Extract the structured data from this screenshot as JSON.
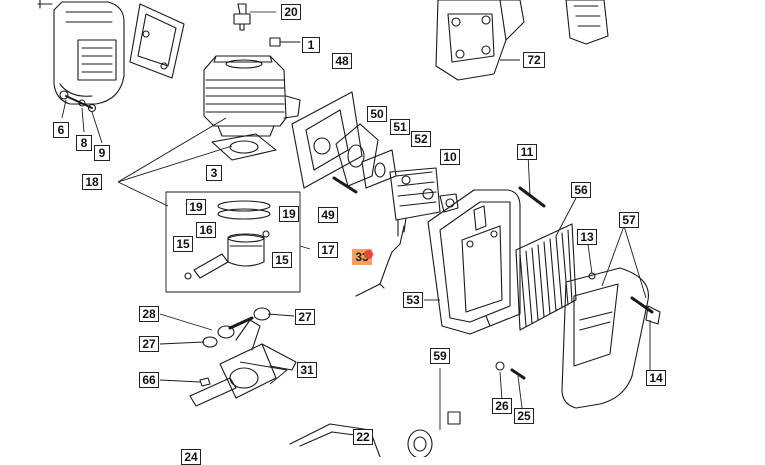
{
  "callouts": {
    "c20": "20",
    "c1": "1",
    "c48": "48",
    "c72": "72",
    "c6": "6",
    "c8": "8",
    "c9": "9",
    "c50": "50",
    "c51": "51",
    "c52": "52",
    "c3": "3",
    "c10": "10",
    "c11": "11",
    "c18": "18",
    "c56": "56",
    "c19a": "19",
    "c19b": "19",
    "c57": "57",
    "c49": "49",
    "c16": "16",
    "c13": "13",
    "c15a": "15",
    "c17": "17",
    "c15b": "15",
    "c33": "33",
    "c53": "53",
    "c28": "28",
    "c27a": "27",
    "c27b": "27",
    "c14": "14",
    "c59": "59",
    "c66": "66",
    "c31": "31",
    "c26": "26",
    "c25": "25",
    "c22": "22",
    "c24": "24"
  },
  "highlight_color": "#f4a259",
  "marker_color": "#e8463d"
}
